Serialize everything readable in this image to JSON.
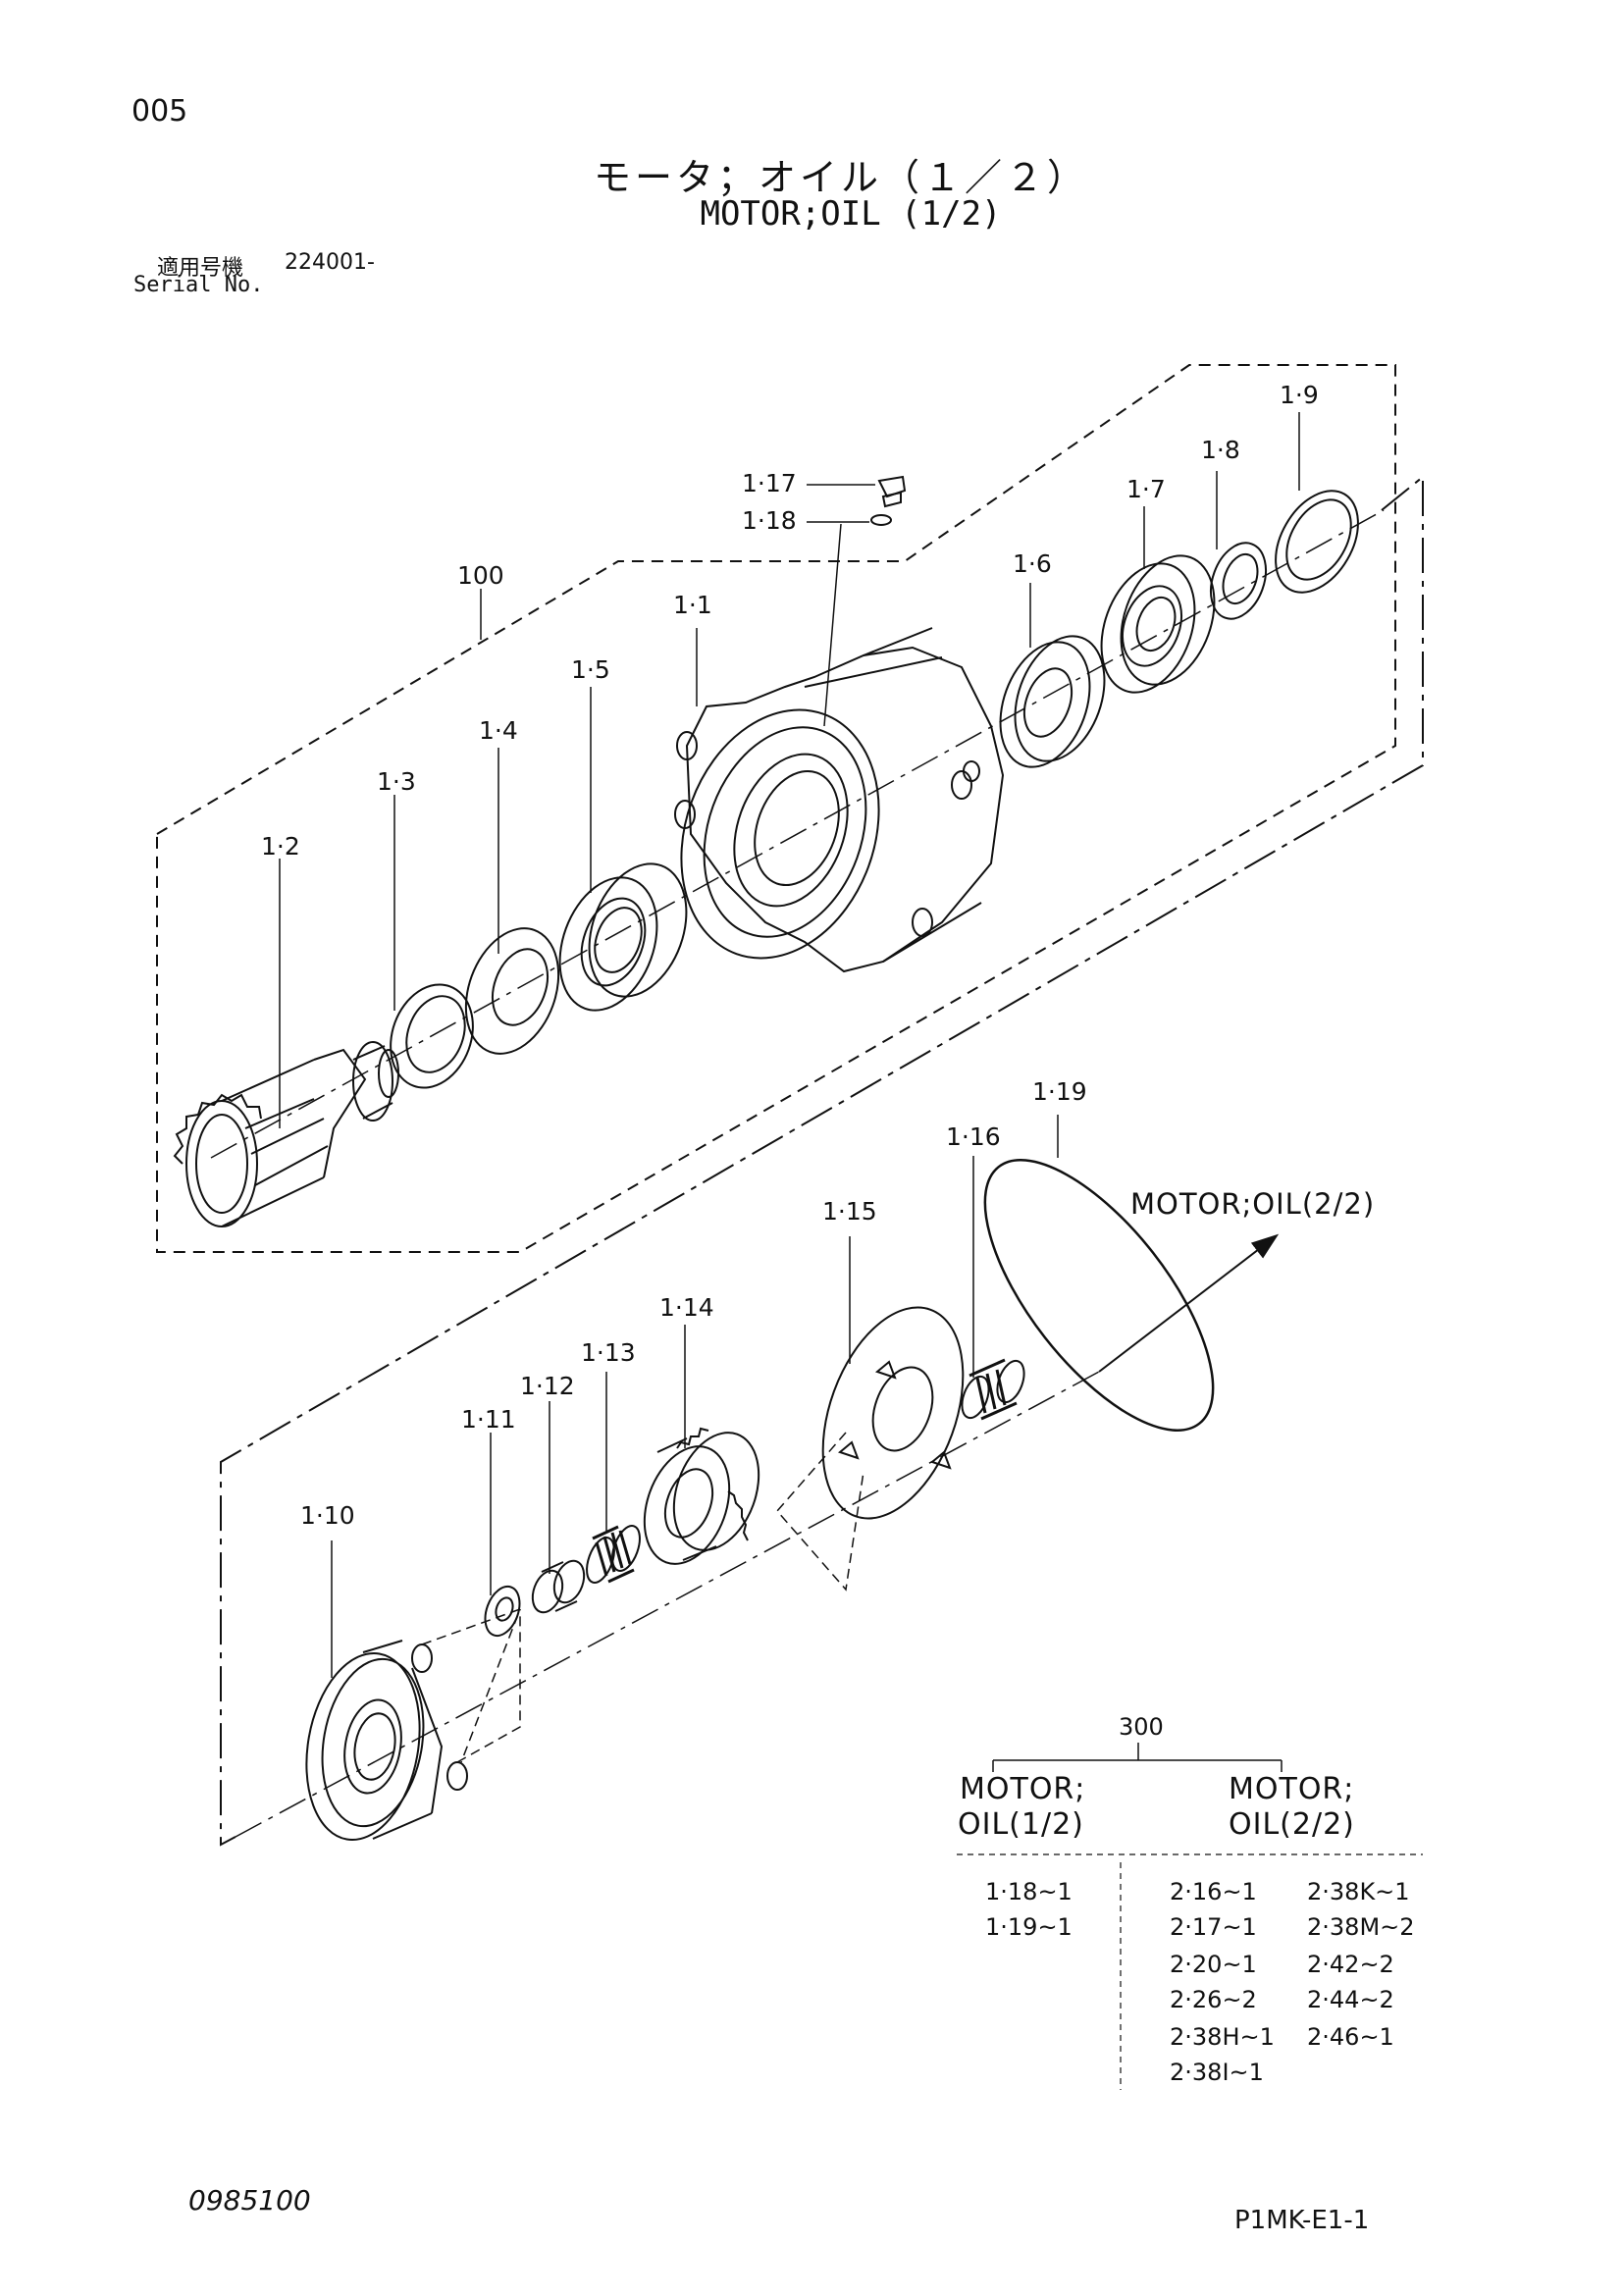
{
  "page_number": "005",
  "title_jp": "モータ；オイル（１／２）",
  "title_en": "MOTOR;OIL (1/2)",
  "serial": {
    "label_jp": "適用号機",
    "value": "224001-",
    "label_en": "Serial No."
  },
  "part_labels": {
    "assembly": "100",
    "p1_1": "1·1",
    "p1_2": "1·2",
    "p1_3": "1·3",
    "p1_4": "1·4",
    "p1_5": "1·5",
    "p1_6": "1·6",
    "p1_7": "1·7",
    "p1_8": "1·8",
    "p1_9": "1·9",
    "p1_10": "1·10",
    "p1_11": "1·11",
    "p1_12": "1·12",
    "p1_13": "1·13",
    "p1_14": "1·14",
    "p1_15": "1·15",
    "p1_16": "1·16",
    "p1_17": "1·17",
    "p1_18": "1·18",
    "p1_19": "1·19"
  },
  "continuation_label": "MOTOR;OIL(2/2)",
  "reference_table": {
    "group": "300",
    "left_header": [
      "MOTOR;",
      "OIL(1/2)"
    ],
    "right_header": [
      "MOTOR;",
      "OIL(2/2)"
    ],
    "left_items": [
      "1·18~1",
      "1·19~1"
    ],
    "right_col1": [
      "2·16~1",
      "2·17~1",
      "2·20~1",
      "2·26~2",
      "2·38H~1",
      "2·38I~1"
    ],
    "right_col2": [
      "2·38K~1",
      "2·38M~2",
      "2·42~2",
      "2·44~2",
      "2·46~1"
    ]
  },
  "footer_left": "0985100",
  "footer_right": "P1MK-E1-1"
}
